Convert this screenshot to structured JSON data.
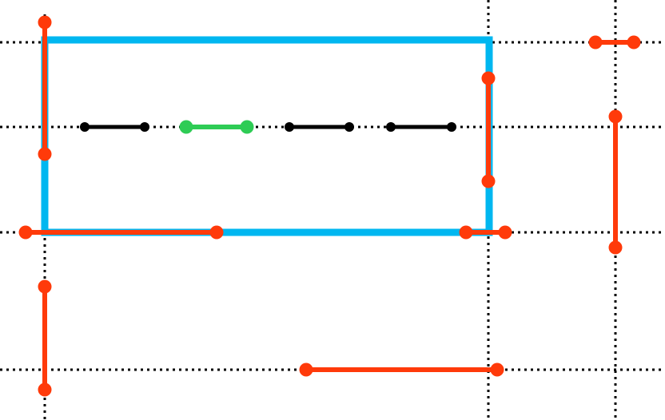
{
  "colors": {
    "background": "#ffffff",
    "grid": "#000000",
    "rectangle": "#00b7f0",
    "segment_red": "#ff3a0a",
    "segment_black": "#000000",
    "segment_green": "#2ecc55"
  },
  "grid_lines": [
    {
      "id": "v1",
      "orientation": "vertical"
    },
    {
      "id": "v2",
      "orientation": "vertical"
    },
    {
      "id": "v3",
      "orientation": "vertical"
    },
    {
      "id": "h1",
      "orientation": "horizontal"
    },
    {
      "id": "h2",
      "orientation": "horizontal"
    },
    {
      "id": "h3",
      "orientation": "horizontal"
    },
    {
      "id": "h4",
      "orientation": "horizontal"
    }
  ],
  "rectangle": {
    "color": "rectangle"
  },
  "segments": [
    {
      "id": "red-left-top",
      "color": "segment_red"
    },
    {
      "id": "red-bottom-left",
      "color": "segment_red"
    },
    {
      "id": "red-right-mid",
      "color": "segment_red"
    },
    {
      "id": "red-bottom-right-short",
      "color": "segment_red"
    },
    {
      "id": "red-top-right-short",
      "color": "segment_red"
    },
    {
      "id": "red-right-vertical",
      "color": "segment_red"
    },
    {
      "id": "red-lower-left-vertical",
      "color": "segment_red"
    },
    {
      "id": "red-lower-horizontal",
      "color": "segment_red"
    },
    {
      "id": "black-1",
      "color": "segment_black"
    },
    {
      "id": "green-1",
      "color": "segment_green"
    },
    {
      "id": "black-2",
      "color": "segment_black"
    },
    {
      "id": "black-3",
      "color": "segment_black"
    }
  ]
}
